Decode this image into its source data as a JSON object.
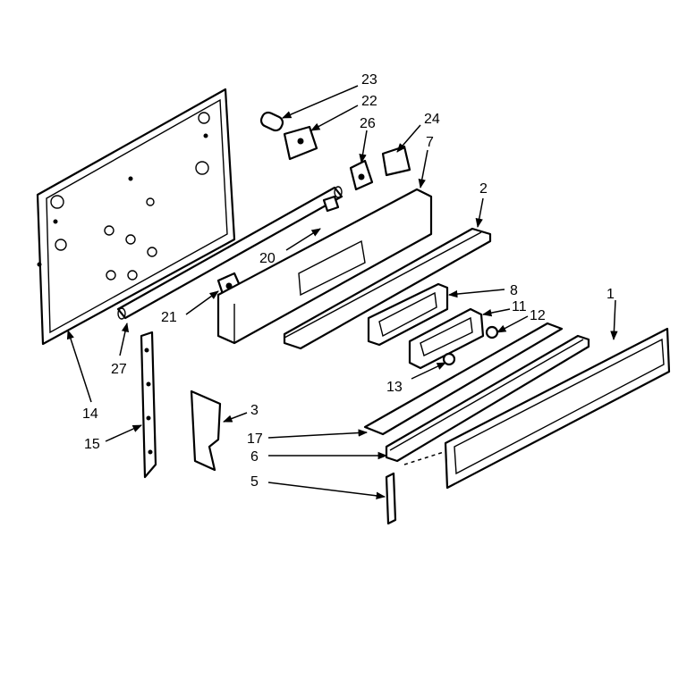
{
  "diagram": {
    "callouts": [
      {
        "id": "c23",
        "text": "23"
      },
      {
        "id": "c22",
        "text": "22"
      },
      {
        "id": "c26",
        "text": "26"
      },
      {
        "id": "c24",
        "text": "24"
      },
      {
        "id": "c7",
        "text": "7"
      },
      {
        "id": "c2",
        "text": "2"
      },
      {
        "id": "c20",
        "text": "20"
      },
      {
        "id": "c8",
        "text": "8"
      },
      {
        "id": "c1",
        "text": "1"
      },
      {
        "id": "c11",
        "text": "11"
      },
      {
        "id": "c12",
        "text": "12"
      },
      {
        "id": "c21",
        "text": "21"
      },
      {
        "id": "c27",
        "text": "27"
      },
      {
        "id": "c13",
        "text": "13"
      },
      {
        "id": "c14",
        "text": "14"
      },
      {
        "id": "c3",
        "text": "3"
      },
      {
        "id": "c15",
        "text": "15"
      },
      {
        "id": "c17",
        "text": "17"
      },
      {
        "id": "c6",
        "text": "6"
      },
      {
        "id": "c5",
        "text": "5"
      }
    ]
  }
}
